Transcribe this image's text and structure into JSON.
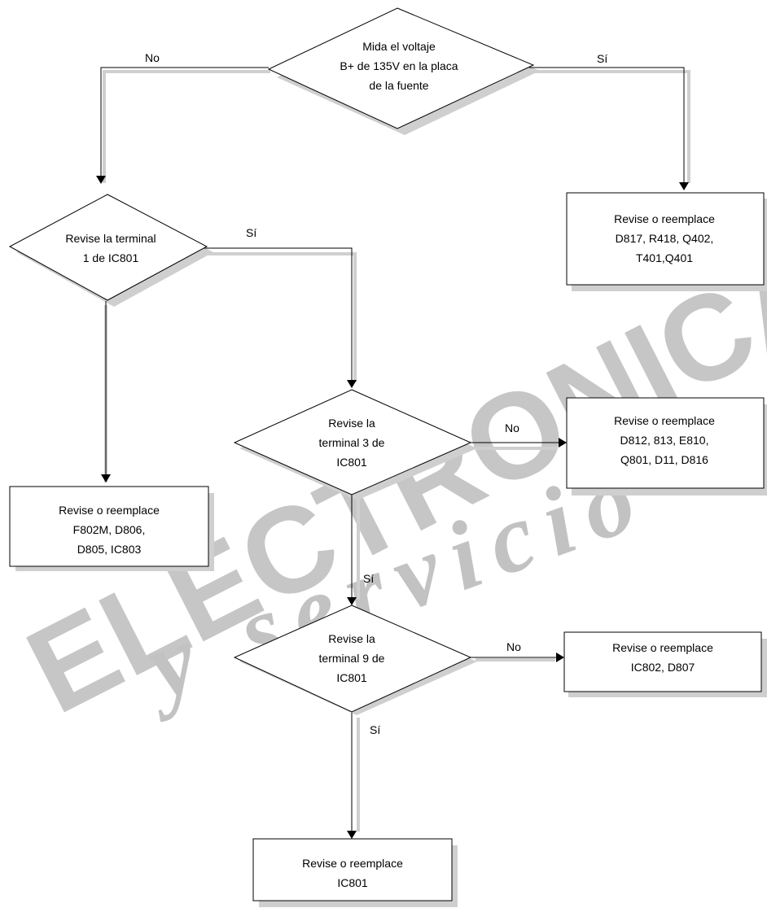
{
  "nodes": {
    "d1": {
      "lines": [
        "Mida el voltaje",
        "B+ de 135V en la placa",
        "de la fuente"
      ]
    },
    "d2": {
      "lines": [
        "Revise la terminal",
        "1 de IC801"
      ]
    },
    "d3": {
      "lines": [
        "Revise la",
        "terminal 3 de",
        "IC801"
      ]
    },
    "d4": {
      "lines": [
        "Revise la",
        "terminal 9 de",
        "IC801"
      ]
    },
    "b1": {
      "lines": [
        "Revise o reemplace",
        "D817, R418, Q402,",
        "T401,Q401"
      ]
    },
    "b2": {
      "lines": [
        "Revise o reemplace",
        "F802M, D806,",
        "D805, IC803"
      ]
    },
    "b3": {
      "lines": [
        "Revise o reemplace",
        "D812, 813, E810,",
        "Q801, D11, D816"
      ]
    },
    "b4": {
      "lines": [
        "Revise o reemplace",
        "IC802, D807"
      ]
    },
    "b5": {
      "lines": [
        "Revise o reemplace",
        "IC801"
      ]
    }
  },
  "edges": {
    "e1": "No",
    "e2": "Sí",
    "e3": "Sí",
    "e4": "No",
    "e5": "Sí",
    "e6": "No",
    "e7": "Sí"
  },
  "watermark": {
    "main": "ELECTRONICA",
    "script": "y servicio"
  },
  "colors": {
    "stroke": "#000000",
    "shadow": "#cfcfcf",
    "watermark": "#bdbdbd"
  }
}
